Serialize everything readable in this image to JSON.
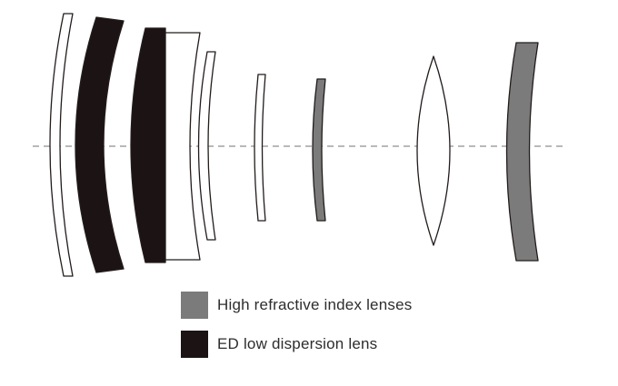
{
  "diagram": {
    "background": "#ffffff",
    "outline_color": "#221c1b",
    "axis_color": "#8f8f8f",
    "white_fill": "#ffffff",
    "element_count": 9
  },
  "legend": {
    "items": [
      {
        "id": "high-refractive-index",
        "label": "High refractive index lenses",
        "color": "#7b7b7b"
      },
      {
        "id": "ed-low-dispersion",
        "label": "ED low dispersion lens",
        "color": "#1c1314"
      }
    ]
  }
}
